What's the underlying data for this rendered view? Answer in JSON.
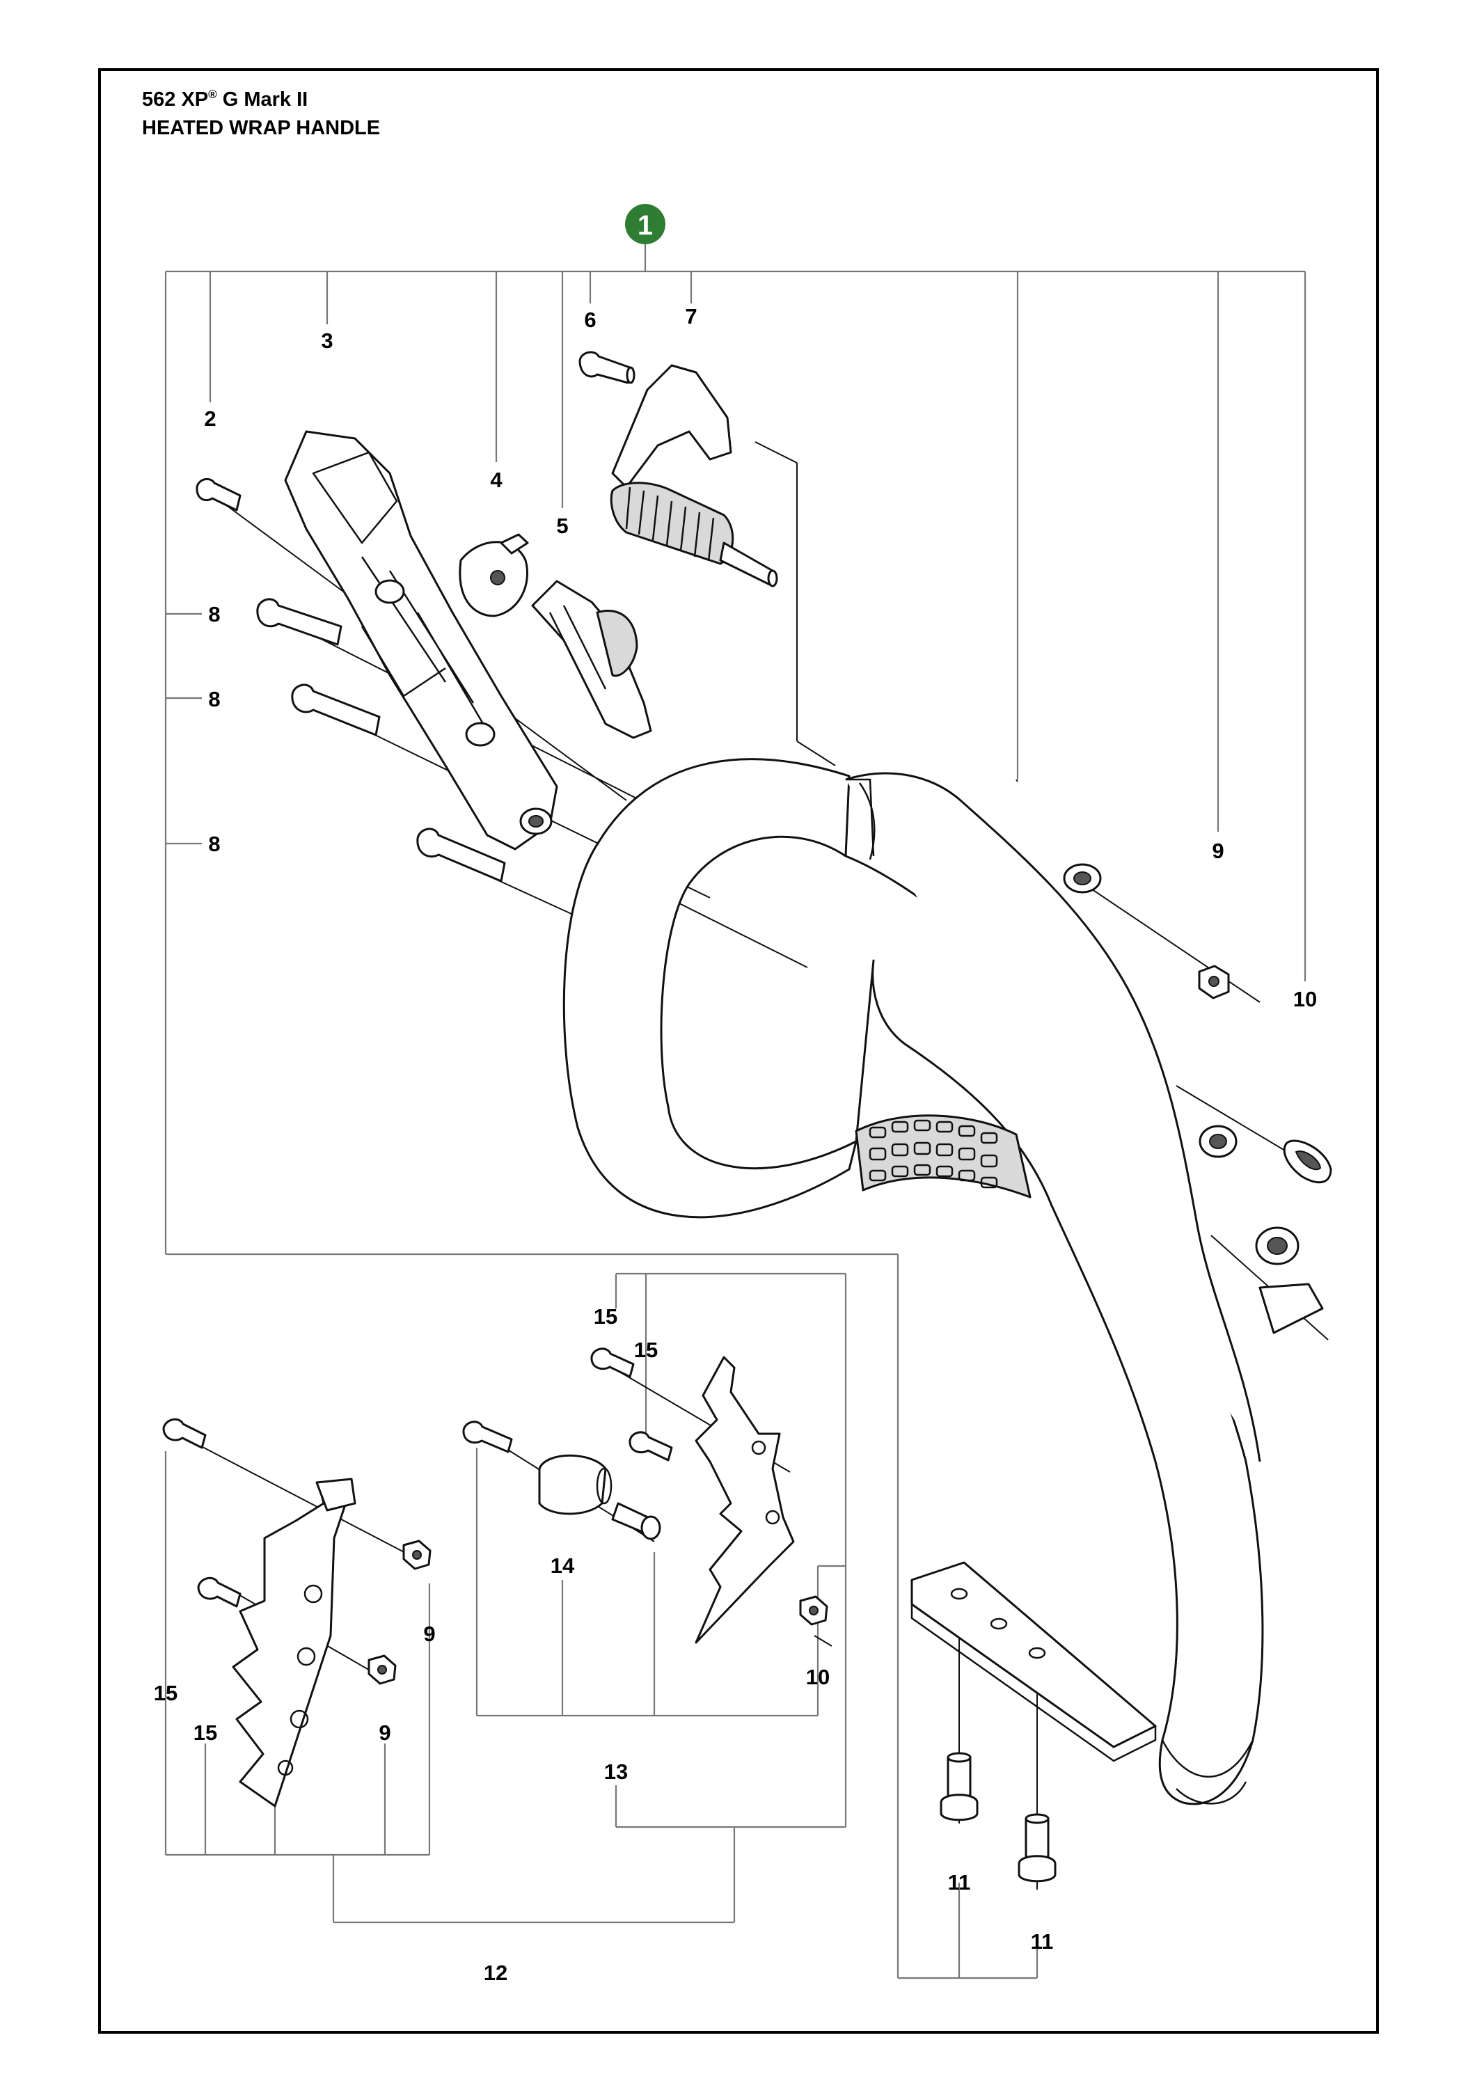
{
  "header": {
    "model_prefix": "562 XP",
    "model_sup": "®",
    "model_suffix": " G Mark II",
    "subtitle": "HEATED WRAP HANDLE"
  },
  "assembly_badge": {
    "number": "1",
    "color": "#2e7d32"
  },
  "callouts": {
    "c2": "2",
    "c3": "3",
    "c4": "4",
    "c5": "5",
    "c6": "6",
    "c7": "7",
    "c8a": "8",
    "c8b": "8",
    "c8c": "8",
    "c9a": "9",
    "c10a": "10",
    "c15a": "15",
    "c15b": "15",
    "c14": "14",
    "c10b": "10",
    "c13": "13",
    "c15c": "15",
    "c15d": "15",
    "c9b": "9",
    "c9c": "9",
    "c12": "12",
    "c11a": "11",
    "c11b": "11"
  },
  "colors": {
    "frame": "#000000",
    "bracket": "#777777",
    "badge": "#2e7d32"
  }
}
